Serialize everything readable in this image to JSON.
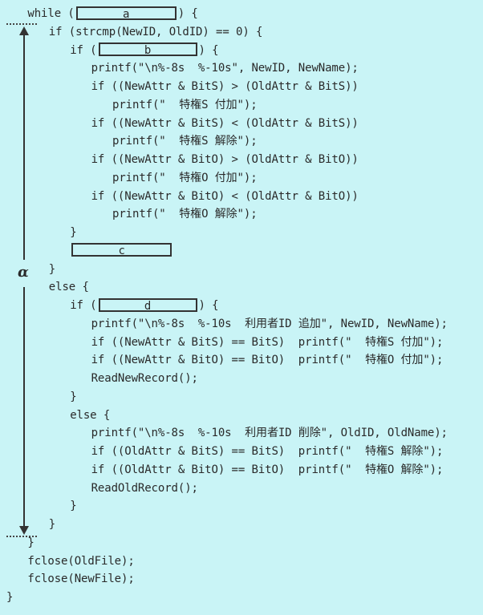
{
  "range_label": "α",
  "blanks": {
    "a": "a",
    "b": "b",
    "c": "c",
    "d": "d"
  },
  "lines": [
    {
      "indent": 0,
      "pre": "while (",
      "box": "a",
      "post": ") {"
    },
    {
      "indent": 1,
      "pre": "if (strcmp(NewID, OldID) == 0) {"
    },
    {
      "indent": 2,
      "pre": "if (",
      "box": "b",
      "post": ") {"
    },
    {
      "indent": 3,
      "pre": "printf(\"\\n%-8s  %-10s\", NewID, NewName);"
    },
    {
      "indent": 3,
      "pre": "if ((NewAttr & BitS) > (OldAttr & BitS))"
    },
    {
      "indent": 4,
      "pre": "printf(\"  特権S 付加\");"
    },
    {
      "indent": 3,
      "pre": "if ((NewAttr & BitS) < (OldAttr & BitS))"
    },
    {
      "indent": 4,
      "pre": "printf(\"  特権S 解除\");"
    },
    {
      "indent": 3,
      "pre": "if ((NewAttr & BitO) > (OldAttr & BitO))"
    },
    {
      "indent": 4,
      "pre": "printf(\"  特権O 付加\");"
    },
    {
      "indent": 3,
      "pre": "if ((NewAttr & BitO) < (OldAttr & BitO))"
    },
    {
      "indent": 4,
      "pre": "printf(\"  特権O 解除\");"
    },
    {
      "indent": 2,
      "pre": "}"
    },
    {
      "indent": 2,
      "pre": "",
      "box": "c",
      "post": ""
    },
    {
      "indent": 1,
      "pre": "}"
    },
    {
      "indent": 1,
      "pre": "else {"
    },
    {
      "indent": 2,
      "pre": "if (",
      "box": "d",
      "post": ") {"
    },
    {
      "indent": 3,
      "pre": "printf(\"\\n%-8s  %-10s  利用者ID 追加\", NewID, NewName);"
    },
    {
      "indent": 3,
      "pre": "if ((NewAttr & BitS) == BitS)  printf(\"  特権S 付加\");"
    },
    {
      "indent": 3,
      "pre": "if ((NewAttr & BitO) == BitO)  printf(\"  特権O 付加\");"
    },
    {
      "indent": 3,
      "pre": "ReadNewRecord();"
    },
    {
      "indent": 2,
      "pre": "}"
    },
    {
      "indent": 2,
      "pre": "else {"
    },
    {
      "indent": 3,
      "pre": "printf(\"\\n%-8s  %-10s  利用者ID 削除\", OldID, OldName);"
    },
    {
      "indent": 3,
      "pre": "if ((OldAttr & BitS) == BitS)  printf(\"  特権S 解除\");"
    },
    {
      "indent": 3,
      "pre": "if ((OldAttr & BitO) == BitO)  printf(\"  特権O 解除\");"
    },
    {
      "indent": 3,
      "pre": "ReadOldRecord();"
    },
    {
      "indent": 2,
      "pre": "}"
    },
    {
      "indent": 1,
      "pre": "}"
    },
    {
      "indent": 0,
      "pre": "}"
    },
    {
      "indent": 0,
      "pre": "fclose(OldFile);"
    },
    {
      "indent": 0,
      "pre": "fclose(NewFile);"
    },
    {
      "indent": -1,
      "pre": "}"
    }
  ]
}
